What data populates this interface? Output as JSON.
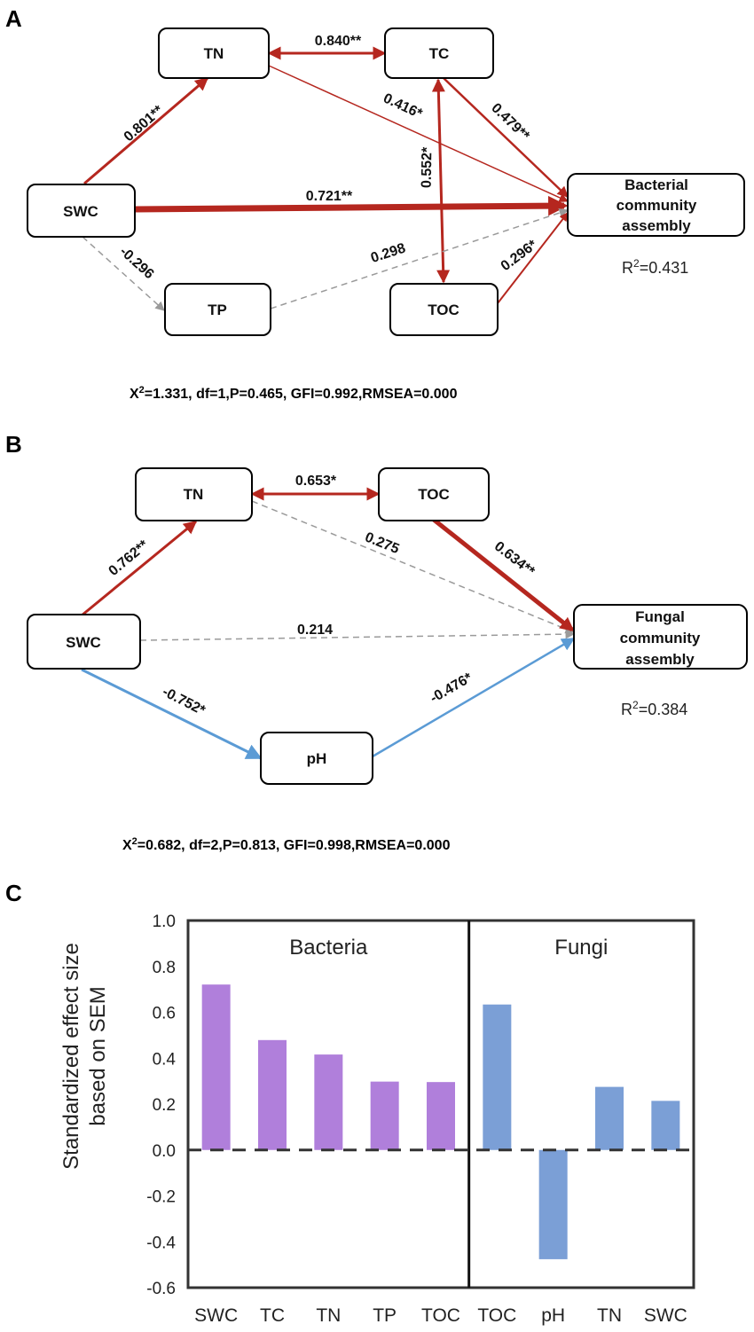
{
  "panels": {
    "A": {
      "letter": "A",
      "nodes": {
        "tn": "TN",
        "tc": "TC",
        "swc": "SWC",
        "tp": "TP",
        "toc": "TOC",
        "outcome": [
          "Bacterial",
          "community",
          "assembly"
        ]
      },
      "edges": {
        "tn_tc": "0.840**",
        "swc_tn": "0.801**",
        "tn_out": "0.416*",
        "tc_out": "0.479**",
        "tc_toc": "0.552*",
        "swc_out": "0.721**",
        "swc_tp": "-0.296",
        "tp_out": "0.298",
        "toc_out": "0.296*"
      },
      "r2": {
        "prefix": "R",
        "sup": "2",
        "value": "=0.431"
      },
      "fit": {
        "pre": "X",
        "sup": "2",
        "text": "=1.331, df=1,P=0.465, GFI=0.992,RMSEA=0.000"
      }
    },
    "B": {
      "letter": "B",
      "nodes": {
        "tn": "TN",
        "toc": "TOC",
        "swc": "SWC",
        "ph": "pH",
        "outcome": [
          "Fungal",
          "community",
          "assembly"
        ]
      },
      "edges": {
        "tn_toc": "0.653*",
        "swc_tn": "0.762**",
        "tn_out": "0.275",
        "toc_out": "0.634**",
        "swc_out": "0.214",
        "swc_ph": "-0.752*",
        "ph_out": "-0.476*"
      },
      "r2": {
        "prefix": "R",
        "sup": "2",
        "value": "=0.384"
      },
      "fit": {
        "pre": "X",
        "sup": "2",
        "text": "=0.682, df=2,P=0.813, GFI=0.998,RMSEA=0.000"
      }
    },
    "C": {
      "letter": "C"
    }
  },
  "colors": {
    "positive": "#b5271f",
    "negative": "#5b9bd5",
    "nonsig": "#9a9a9a",
    "bacteria_bar": "#b07fdb",
    "fungi_bar": "#7b9fd6"
  },
  "chart_data": {
    "type": "bar",
    "ylabel": [
      "Standardized effect size",
      "based on SEM"
    ],
    "xlabel": "",
    "ylim": [
      -0.6,
      1.0
    ],
    "yticks": [
      "1.0",
      "0.8",
      "0.6",
      "0.4",
      "0.2",
      "0.0",
      "-0.2",
      "-0.4",
      "-0.6"
    ],
    "groups": [
      {
        "name": "Bacteria",
        "categories": [
          "SWC",
          "TC",
          "TN",
          "TP",
          "TOC"
        ],
        "values": [
          0.721,
          0.479,
          0.416,
          0.298,
          0.296
        ]
      },
      {
        "name": "Fungi",
        "categories": [
          "TOC",
          "pH",
          "TN",
          "SWC"
        ],
        "values": [
          0.634,
          -0.476,
          0.275,
          0.214
        ]
      }
    ],
    "reference_line": 0.0,
    "grid": false
  }
}
